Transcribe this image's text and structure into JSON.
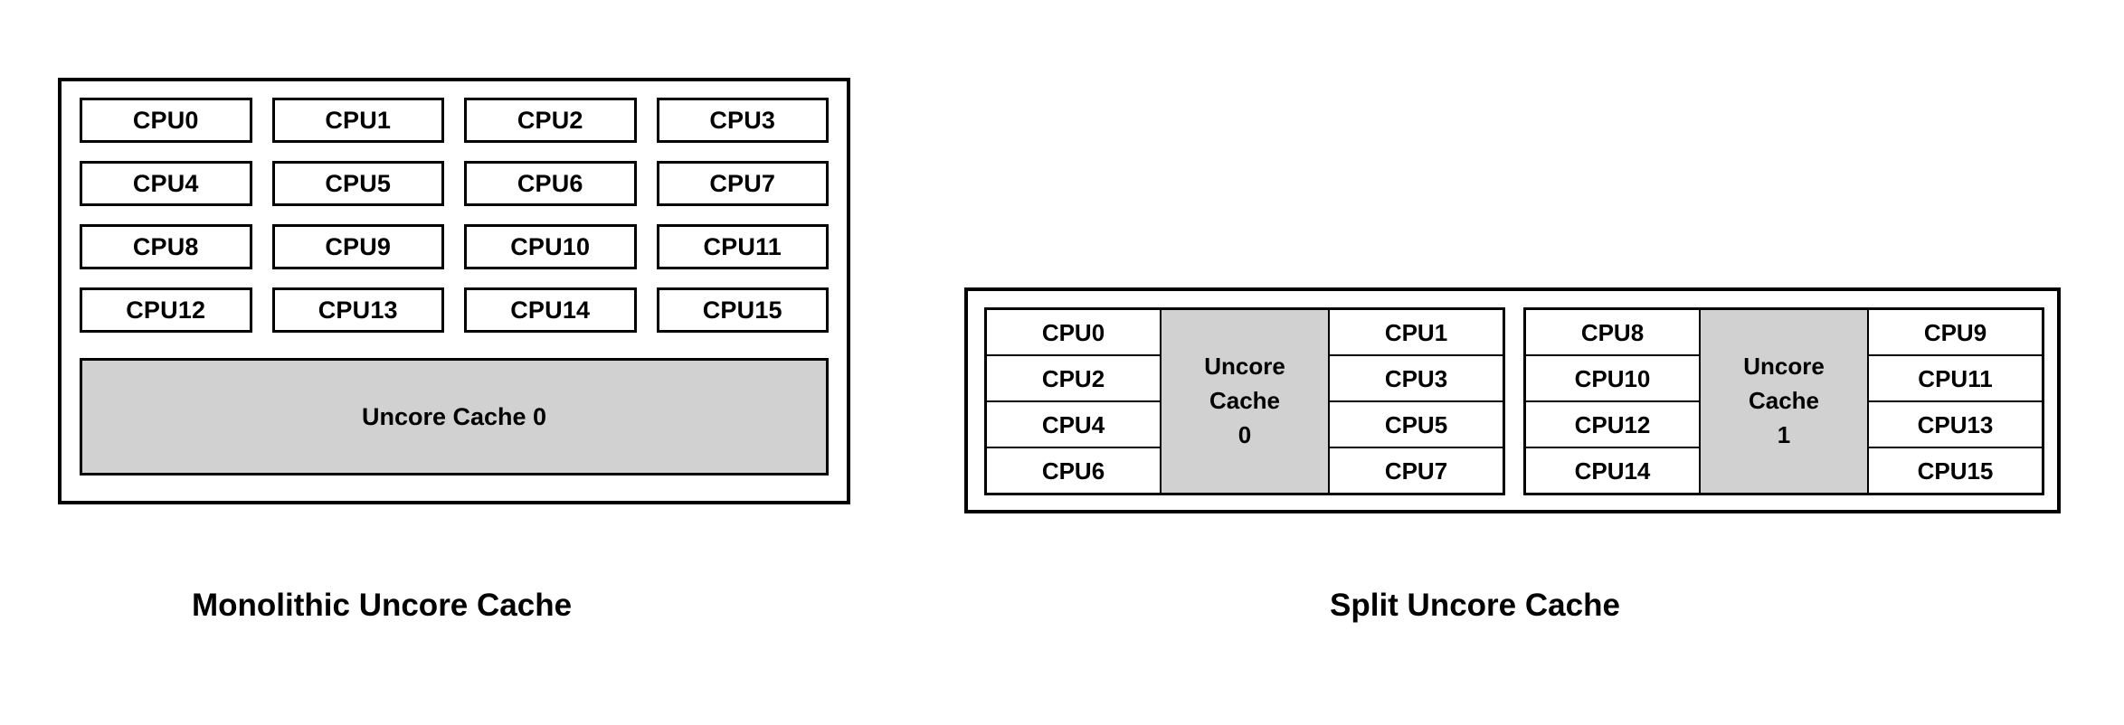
{
  "figure": {
    "background_color": "#ffffff",
    "cache_fill_color": "#d1d1d1",
    "border_color": "#000000"
  },
  "monolithic": {
    "caption": "Monolithic Uncore Cache",
    "cpus": [
      "CPU0",
      "CPU1",
      "CPU2",
      "CPU3",
      "CPU4",
      "CPU5",
      "CPU6",
      "CPU7",
      "CPU8",
      "CPU9",
      "CPU10",
      "CPU11",
      "CPU12",
      "CPU13",
      "CPU14",
      "CPU15"
    ],
    "cache_label": "Uncore Cache 0"
  },
  "split": {
    "caption": "Split Uncore Cache",
    "clusters": [
      {
        "left_cpus": [
          "CPU0",
          "CPU2",
          "CPU4",
          "CPU6"
        ],
        "cache_line1": "Uncore",
        "cache_line2": "Cache",
        "cache_line3": "0",
        "right_cpus": [
          "CPU1",
          "CPU3",
          "CPU5",
          "CPU7"
        ]
      },
      {
        "left_cpus": [
          "CPU8",
          "CPU10",
          "CPU12",
          "CPU14"
        ],
        "cache_line1": "Uncore",
        "cache_line2": "Cache",
        "cache_line3": "1",
        "right_cpus": [
          "CPU9",
          "CPU11",
          "CPU13",
          "CPU15"
        ]
      }
    ]
  }
}
